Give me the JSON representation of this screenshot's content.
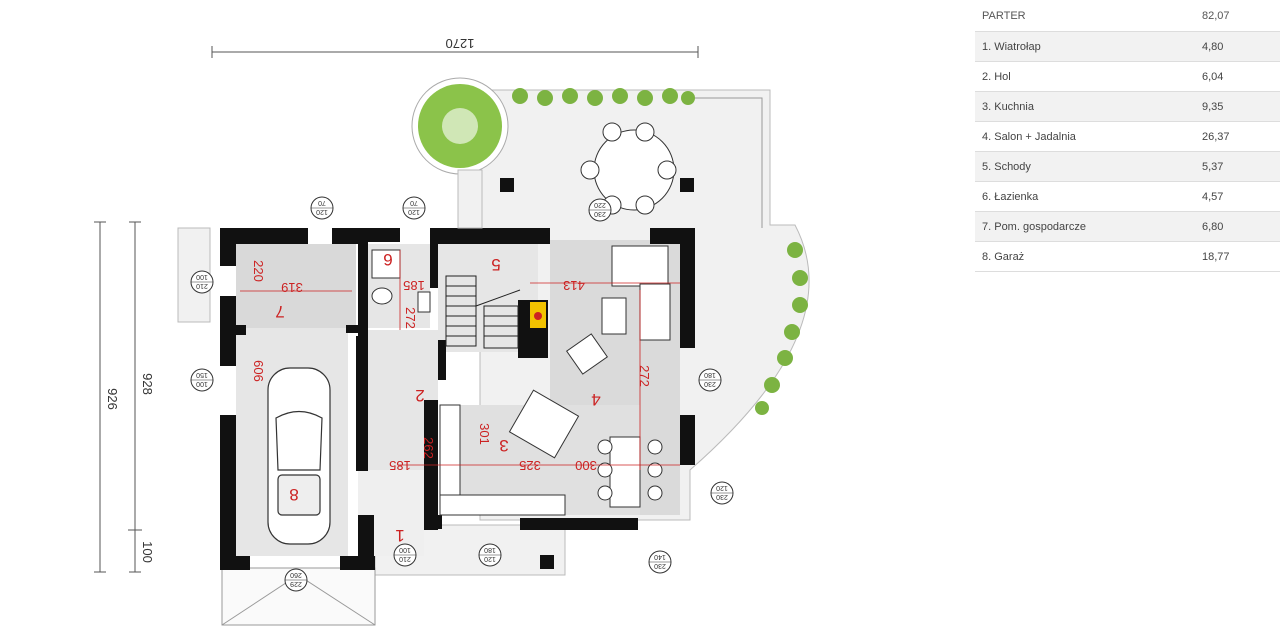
{
  "table": {
    "header": {
      "label": "PARTER",
      "value": "82,07"
    },
    "rows": [
      {
        "label": "1. Wiatrołap",
        "value": "4,80"
      },
      {
        "label": "2. Hol",
        "value": "6,04"
      },
      {
        "label": "3. Kuchnia",
        "value": "9,35"
      },
      {
        "label": "4. Salon + Jadalnia",
        "value": "26,37"
      },
      {
        "label": "5. Schody",
        "value": "5,37"
      },
      {
        "label": "6. Łazienka",
        "value": "4,57"
      },
      {
        "label": "7. Pom. gospodarcze",
        "value": "6,80"
      },
      {
        "label": "8. Garaż",
        "value": "18,77"
      }
    ]
  },
  "plan": {
    "overall_width": "1270",
    "overall_depth": "928",
    "depth_total": "926",
    "front_offset": "100",
    "room_numbers": {
      "r1": "1",
      "r2": "2",
      "r3": "3",
      "r4": "4",
      "r5": "5",
      "r6": "6",
      "r7": "7",
      "r8": "8"
    },
    "room_dims": {
      "d319": "319",
      "d220": "220",
      "d185a": "185",
      "d272a": "272",
      "d413": "413",
      "d606": "606",
      "d272b": "272",
      "d301": "301",
      "d325": "325",
      "d300": "300",
      "d185b": "185",
      "d262": "262"
    },
    "windows": {
      "w1a": "70",
      "w1b": "120",
      "w2a": "70",
      "w2b": "120",
      "w3a": "220",
      "w3b": "230",
      "w4a": "100",
      "w4b": "210",
      "w5a": "150",
      "w5b": "100",
      "w6a": "180",
      "w6b": "230",
      "w7a": "120",
      "w7b": "230",
      "w8a": "100",
      "w8b": "210",
      "w9a": "180",
      "w9b": "120",
      "w10a": "140",
      "w10b": "230",
      "w11a": "260",
      "w11b": "229"
    }
  }
}
